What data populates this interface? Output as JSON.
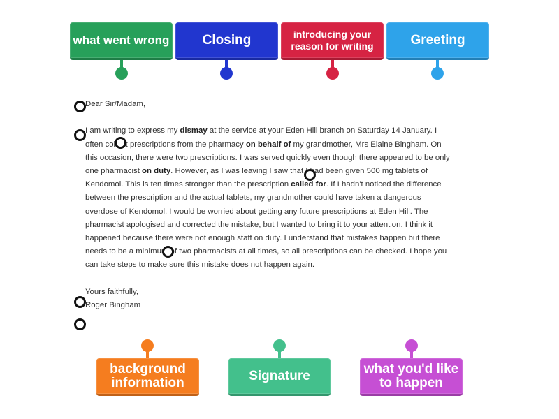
{
  "labels_top": [
    {
      "text": "what went wrong"
    },
    {
      "text": "Closing"
    },
    {
      "text": "introducing your reason for writing"
    },
    {
      "text": "Greeting"
    }
  ],
  "labels_bottom": [
    {
      "text": "background information"
    },
    {
      "text": "Signature"
    },
    {
      "text": "what you'd like to happen"
    }
  ],
  "letter": {
    "greeting": "Dear Sir/Madam,",
    "body": {
      "s1": "I am writing to express my ",
      "b1": "dismay",
      "s2": " at the service at your Eden Hill branch on Saturday 14 January. I often collect prescriptions from the pharmacy ",
      "b2": "on behalf of",
      "s3": " my grandmother, Mrs Elaine Bingham. On this occasion, there were two prescriptions. I was served quickly even though there appeared to be only one pharmacist ",
      "b3": "on duty",
      "s4": ". However, as I was leaving I saw that I had been given 500 mg tablets of Kendomol. This is ten times stronger than the prescription ",
      "b4": "called for",
      "s5": ". If I hadn't noticed the difference between the prescription and the actual tablets, my grandmother could have taken a dangerous overdose of Kendomol. I would be worried about getting any future prescriptions at Eden Hill. The pharmacist apologised and corrected the mistake, but I wanted to bring it to your attention. I think it happened because there were not enough staff on duty. I understand that mistakes happen but there needs to be a minimum of two pharmacists at all times, so all prescriptions can be checked. I hope you can take steps to make sure this mistake does not happen again."
    },
    "closing": "Yours faithfully,",
    "signature": "Roger Bingham"
  },
  "colors": {
    "green": "#27a05a",
    "blue": "#2136cf",
    "red": "#d62343",
    "sky": "#2ea3ea",
    "orange": "#f57d1f",
    "mint": "#43c08c",
    "purple": "#c64fd4"
  }
}
